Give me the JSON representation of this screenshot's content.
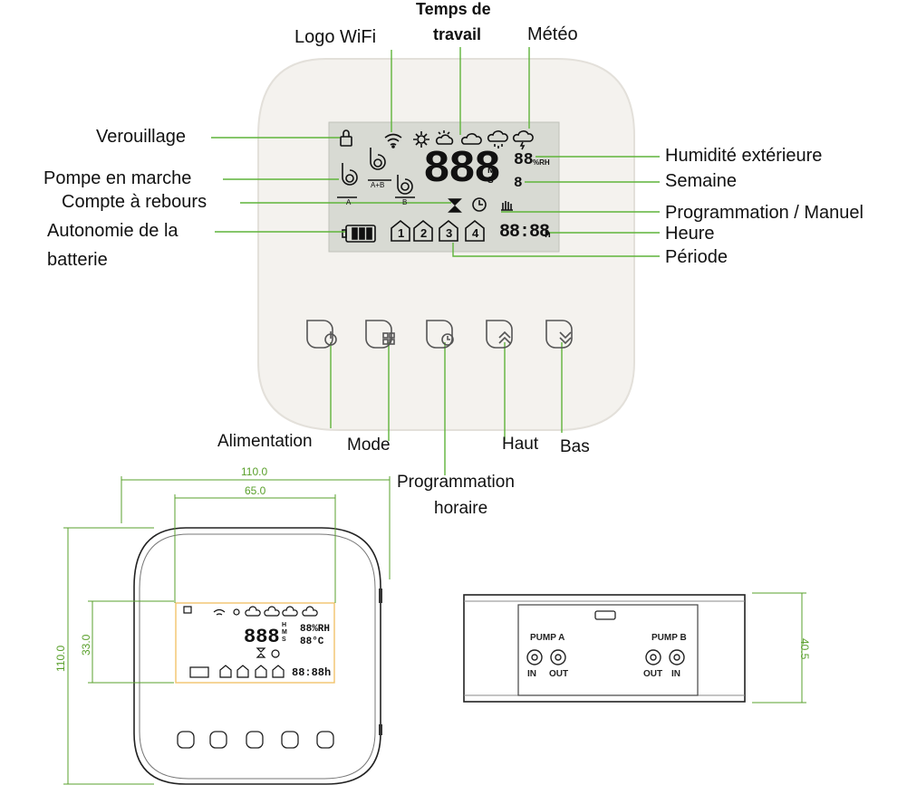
{
  "colors": {
    "leader": "#5fb43a",
    "lcd": "#d9dbd4",
    "lcd_outline": "#f2c36b",
    "body": "#f3f1ed",
    "dim": "#5aa02c"
  },
  "labels": {
    "top": {
      "logo_wifi": "Logo WiFi",
      "temps_travail_l1": "Temps de",
      "temps_travail_l2": "travail",
      "meteo": "Météo"
    },
    "left": {
      "verrouillage": "Verouillage",
      "pompe": "Pompe en marche",
      "compte": "Compte à rebours",
      "autonomie_l1": "Autonomie de la",
      "autonomie_l2": "batterie"
    },
    "right": {
      "humidite": "Humidité extérieure",
      "semaine": "Semaine",
      "programmation": "Programmation / Manuel",
      "heure": "Heure",
      "periode": "Période"
    },
    "bottom": {
      "alimentation": "Alimentation",
      "mode": "Mode",
      "prog_l1": "Programmation",
      "prog_l2": "horaire",
      "haut": "Haut",
      "bas": "Bas"
    }
  },
  "lcd": {
    "main_digits": "888",
    "ms": "M\nS",
    "humidity": "88",
    "humidity_unit": "%RH",
    "week": "8",
    "time": "88:88",
    "time_unit": "h",
    "periods": [
      "1",
      "2",
      "3",
      "4"
    ],
    "pump_a": "A",
    "pump_ab": "A+B",
    "pump_b": "B"
  },
  "small_lcd": {
    "hms": "H\nM\nS",
    "temp_unit": "°C"
  },
  "dimensions": {
    "width_outer": "110.0",
    "width_lcd": "65.0",
    "height_outer": "110.0",
    "height_lcd": "33.0",
    "depth": "40.5"
  },
  "ports": {
    "pump_a": "PUMP A",
    "pump_b": "PUMP B",
    "in": "IN",
    "out": "OUT"
  }
}
